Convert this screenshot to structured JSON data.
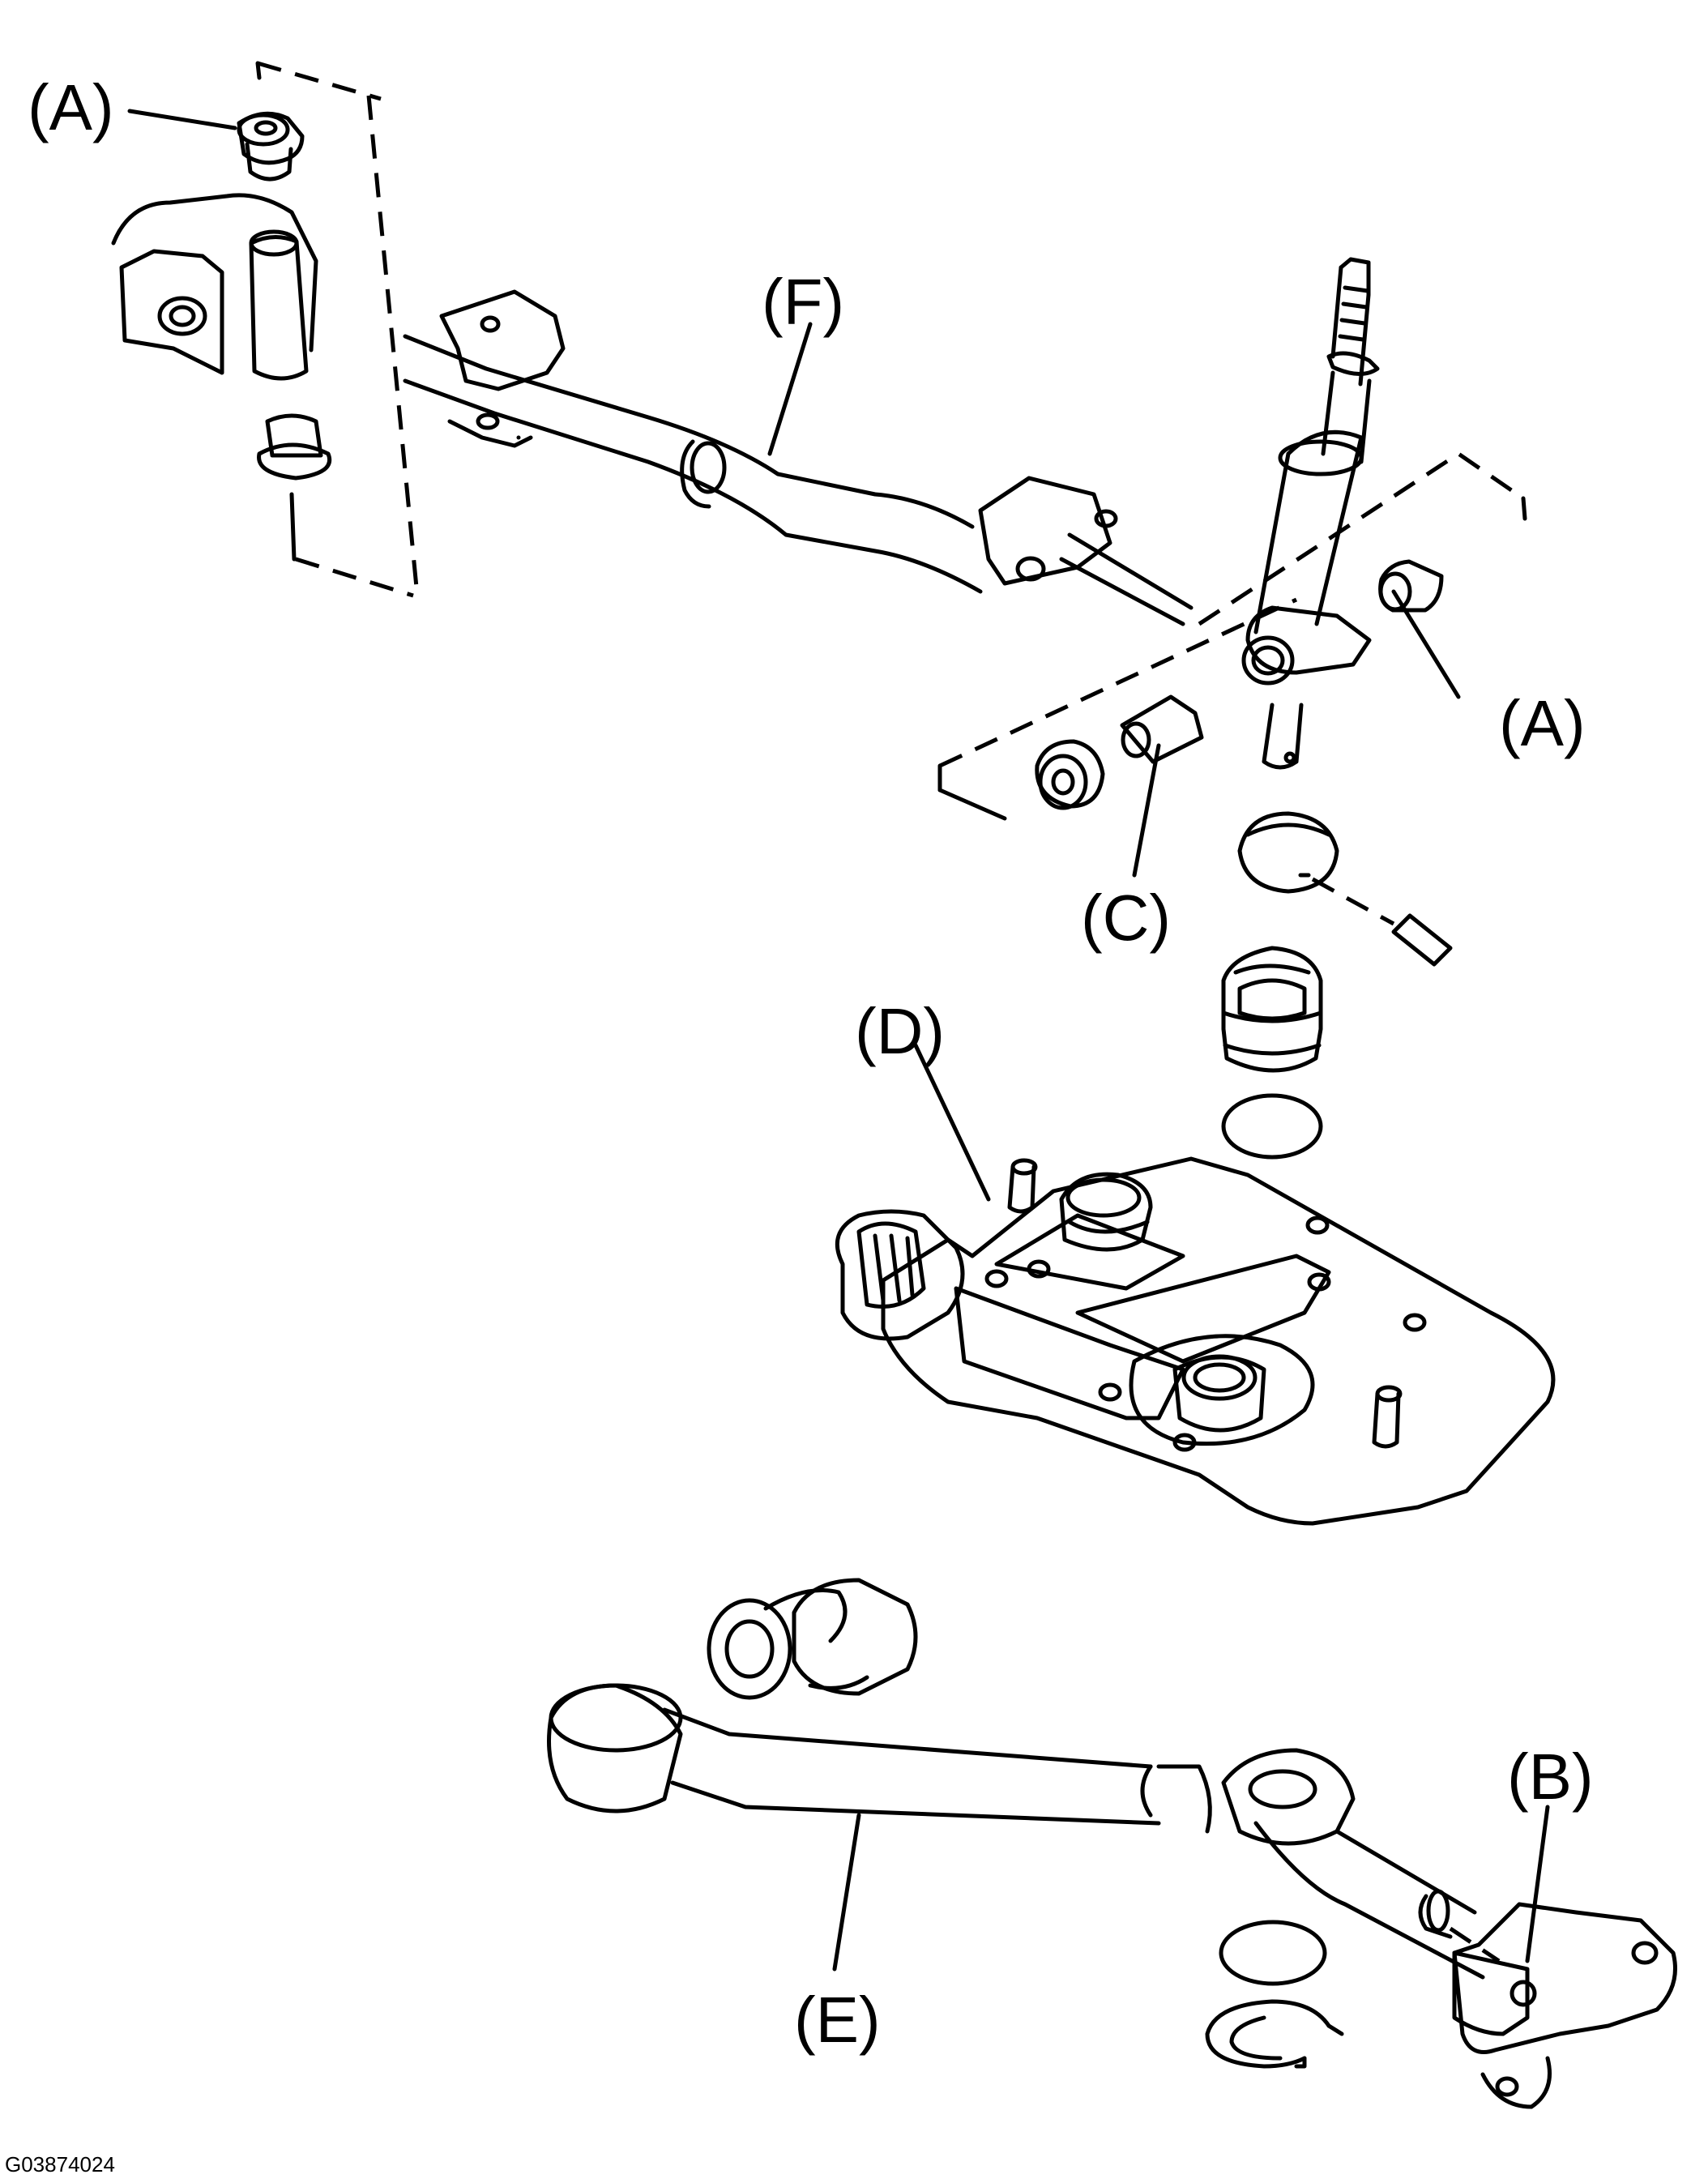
{
  "labels": {
    "a_top": "(A)",
    "a_right": "(A)",
    "b": "(B)",
    "c": "(C)",
    "d": "(D)",
    "e": "(E)",
    "f": "(F)"
  },
  "figure_code": "G03874024"
}
